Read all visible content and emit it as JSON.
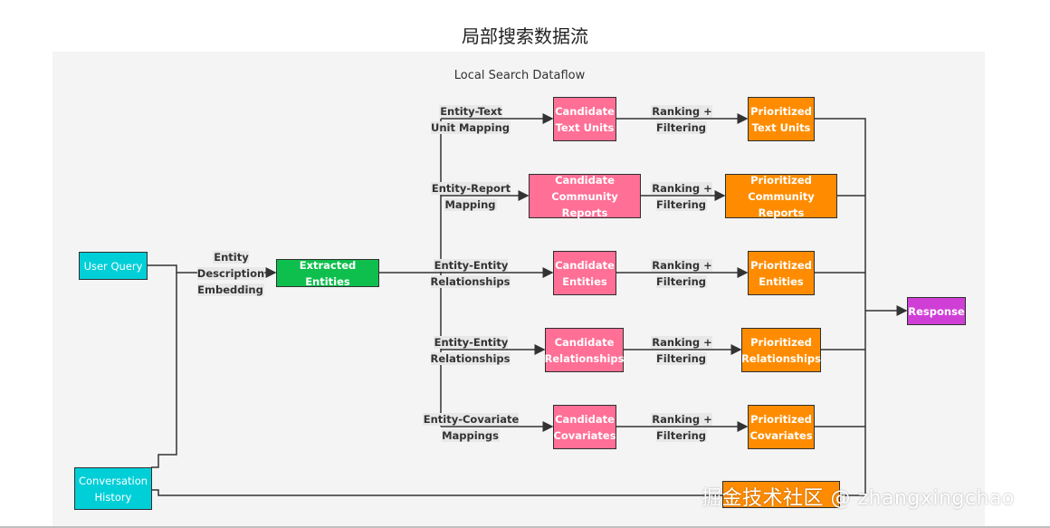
{
  "page_title": "局部搜索数据流",
  "diagram_title": "Local Search Dataflow",
  "nodes": {
    "user_query": "User Query",
    "conversation_history": "Conversation\nHistory",
    "extracted_entities": "Extracted Entities",
    "cand_text_units": "Candidate\nText Units",
    "cand_community_reports": "Candidate\nCommunity Reports",
    "cand_entities": "Candidate\nEntities",
    "cand_relationships": "Candidate\nRelationships",
    "cand_covariates": "Candidate\nCovariates",
    "prio_text_units": "Prioritized\nText Units",
    "prio_community_reports": "Prioritized\nCommunity Reports",
    "prio_entities": "Prioritized\nEntities",
    "prio_relationships": "Prioritized\nRelationships",
    "prio_covariates": "Prioritized\nCovariates",
    "response": "Response"
  },
  "edge_labels": {
    "entity_description_embedding": "Entity\nDescription\nEmbedding",
    "entity_text_unit_mapping": "Entity-Text\nUnit Mapping",
    "entity_report_mapping": "Entity-Report\nMapping",
    "entity_entity_relationships_1": "Entity-Entity\nRelationships",
    "entity_entity_relationships_2": "Entity-Entity\nRelationships",
    "entity_covariate_mappings": "Entity-Covariate\nMappings",
    "ranking_filtering_1": "Ranking +\nFiltering",
    "ranking_filtering_2": "Ranking +\nFiltering",
    "ranking_filtering_3": "Ranking +\nFiltering",
    "ranking_filtering_4": "Ranking +\nFiltering",
    "ranking_filtering_5": "Ranking +\nFiltering"
  },
  "watermark": "掘金技术社区 @ zhangxingchao",
  "colors": {
    "cyan": "#00cfd8",
    "green": "#0fbf4d",
    "pink": "#ff6f96",
    "orange": "#ff8c00",
    "magenta": "#cf3fd6"
  }
}
